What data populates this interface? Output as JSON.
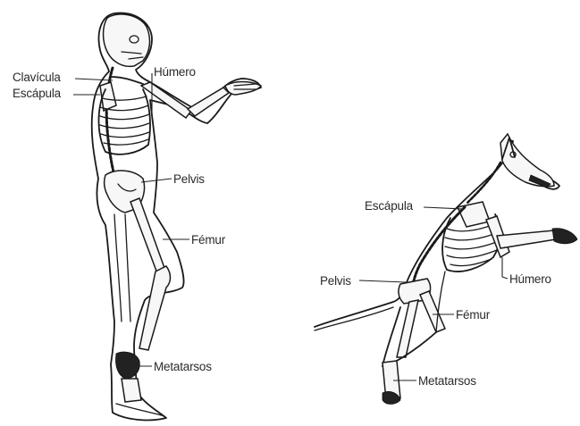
{
  "human": {
    "labels": {
      "clavicula": "Clavícula",
      "escapula": "Escápula",
      "humero": "Húmero",
      "pelvis": "Pelvis",
      "femur": "Fémur",
      "metatarsos": "Metatarsos"
    }
  },
  "dog": {
    "labels": {
      "escapula": "Escápula",
      "pelvis": "Pelvis",
      "humero": "Húmero",
      "femur": "Fémur",
      "metatarsos": "Metatarsos"
    }
  }
}
